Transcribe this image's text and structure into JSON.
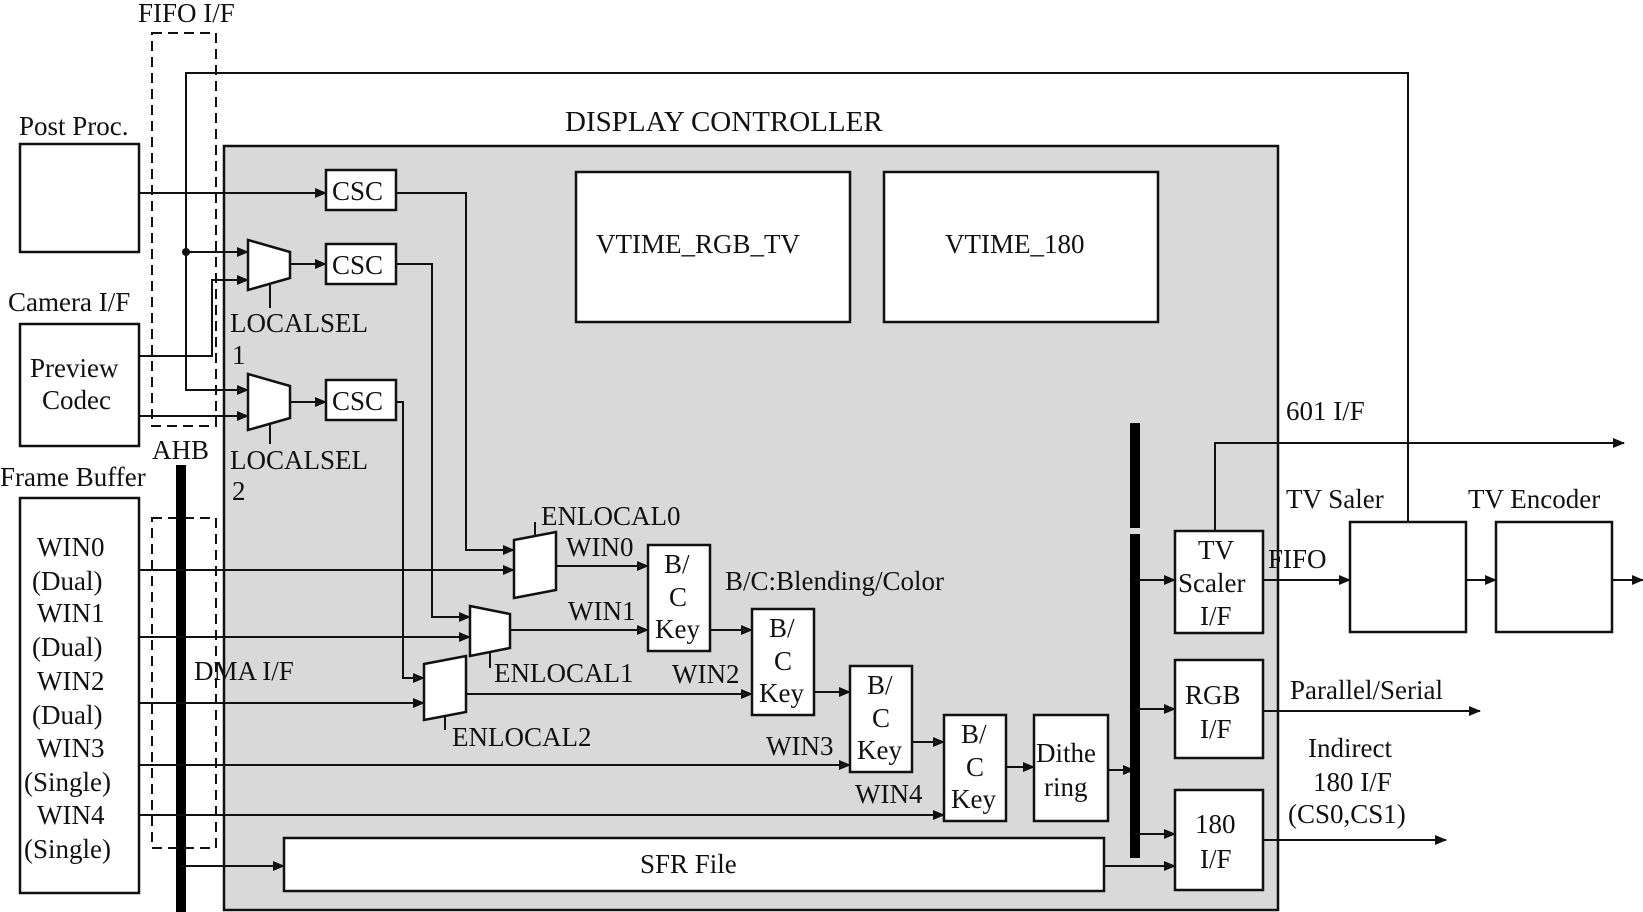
{
  "labels": {
    "fifo_if": "FIFO I/F",
    "display_controller": "DISPLAY CONTROLLER",
    "post_proc": "Post Proc.",
    "camera_if": "Camera I/F",
    "preview": "Preview",
    "codec": "Codec",
    "ahb": "AHB",
    "frame_buffer": "Frame Buffer",
    "win0": "WIN0",
    "win0_mode": "(Dual)",
    "win1": "WIN1",
    "win1_mode": "(Dual)",
    "win2": "WIN2",
    "win2_mode": "(Dual)",
    "win3": "WIN3",
    "win3_mode": "(Single)",
    "win4": "WIN4",
    "win4_mode": "(Single)",
    "csc": "CSC",
    "localsel": "LOCALSEL",
    "localsel1_num": "1",
    "localsel2_num": "2",
    "vtime_rgb_tv": "VTIME_RGB_TV",
    "vtime_180": "VTIME_180",
    "enlocal0": "ENLOCAL0",
    "enlocal1": "ENLOCAL1",
    "enlocal2": "ENLOCAL2",
    "bc_line1": "B/",
    "bc_line2": "C",
    "bc_line3": "Key",
    "bc_legend": "B/C:Blending/Color",
    "dma_if": "DMA I/F",
    "dithe": "Dithe",
    "ring": "ring",
    "sfr_file": "SFR File",
    "tv_scaler_1": "TV",
    "tv_scaler_2": "Scaler",
    "tv_scaler_3": "I/F",
    "rgb": "RGB",
    "rgb_if": "I/F",
    "i180": "180",
    "i180_if": "I/F",
    "if_601": "601 I/F",
    "tv_saler": "TV Saler",
    "tv_encoder": "TV Encoder",
    "fifo": "FIFO",
    "parallel_serial": "Parallel/Serial",
    "indirect": "Indirect",
    "indirect_180": "180 I/F",
    "cs": "(CS0,CS1)"
  },
  "colors": {
    "controller_fill": "#d9d9d9",
    "line": "#111111",
    "box_fill": "#ffffff"
  }
}
